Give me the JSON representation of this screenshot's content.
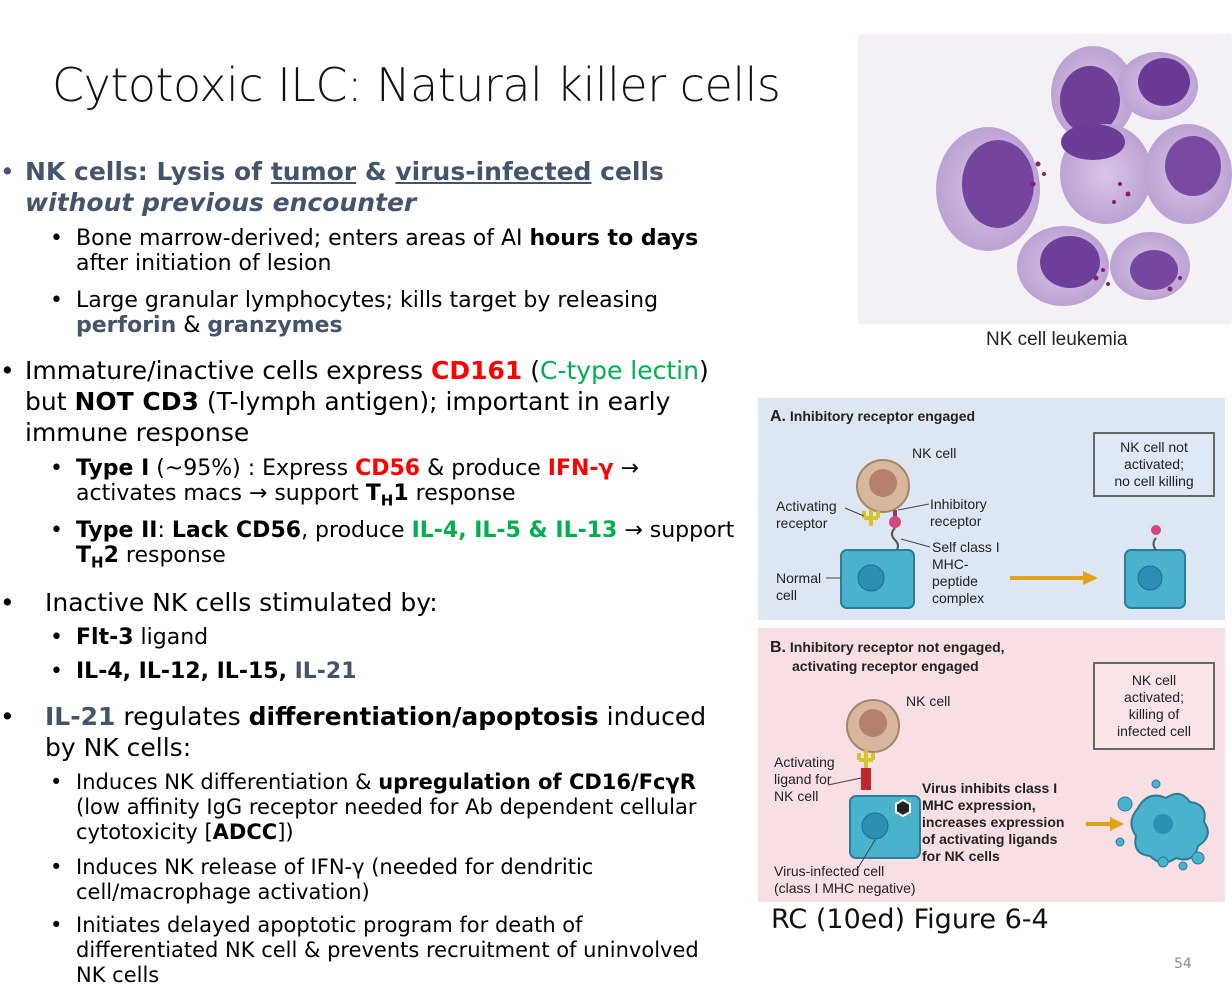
{
  "title": "Cytotoxic ILC: Natural killer cells",
  "colors": {
    "navy": "#44546a",
    "red": "#ff0000",
    "green": "#00b050",
    "panel_a": "#dde6f3",
    "panel_b": "#f8dfe3"
  },
  "bullets": {
    "b1": {
      "t1": "NK cells: Lysis of ",
      "t2": "tumor",
      "t3": " & ",
      "t4": "virus-infected",
      "t5": " cells ",
      "t6": "without previous encounter"
    },
    "b1_s1": {
      "t1": "Bone marrow-derived; enters areas of AI ",
      "t2": "hours to days",
      "t3": " after initiation of lesion"
    },
    "b1_s2": {
      "t1": "Large granular lymphocytes; kills target by releasing ",
      "t2": "perforin",
      "t3": " & ",
      "t4": "granzymes"
    },
    "b2": {
      "t1": "Immature/inactive cells express ",
      "t2": "CD161",
      "t3": " (",
      "t4": "C-type lectin",
      "t5": ") but ",
      "t6": "NOT CD3",
      "t7": " (T-lymph antigen); important in early immune response"
    },
    "b2_s1": {
      "t1": "Type I",
      "t2": " (~95%) : Express ",
      "t3": "CD56",
      "t4": " & produce ",
      "t5": "IFN-γ",
      "t6": " → activates macs → support ",
      "t7": "T",
      "t8": "H",
      "t9": "1",
      "t10": " response"
    },
    "b2_s2": {
      "t1": "Type II",
      "t2": ": ",
      "t3": "Lack CD56",
      "t4": ", produce ",
      "t5": "IL-4, IL-5 & IL-13",
      "t6": " → support ",
      "t7": "T",
      "t8": "H",
      "t9": "2",
      "t10": " response"
    },
    "b3": {
      "t1": "Inactive NK cells stimulated by:"
    },
    "b3_s1": {
      "t1": "Flt-3",
      "t2": " ligand"
    },
    "b3_s2": {
      "t1": "IL-4, IL-12, IL-15, ",
      "t2": "IL-21"
    },
    "b4": {
      "t1": "IL-21",
      "t2": " regulates ",
      "t3": "differentiation/apoptosis",
      "t4": " induced by NK cells:"
    },
    "b4_s1": {
      "t1": "Induces NK differentiation & ",
      "t2": "upregulation of CD16/FcγR",
      "t3": " (low affinity IgG receptor needed for Ab dependent cellular cytotoxicity [",
      "t4": "ADCC",
      "t5": "])"
    },
    "b4_s2": {
      "t1": "Induces NK release of IFN-γ (needed for dendritic cell/macrophage activation)"
    },
    "b4_s3": {
      "t1": "Initiates delayed apoptotic program for death of differentiated NK cell & prevents recruitment of uninvolved NK cells"
    }
  },
  "photo_caption": "NK cell leukemia",
  "figure": {
    "panel_a": {
      "heading_letter": "A.",
      "heading": "Inhibitory receptor engaged",
      "nk_cell": "NK cell",
      "activating_receptor": [
        "Activating",
        "receptor"
      ],
      "inhibitory_receptor": [
        "Inhibitory",
        "receptor"
      ],
      "self_mhc": [
        "Self class I",
        "MHC-",
        "peptide",
        "complex"
      ],
      "normal_cell": [
        "Normal",
        "cell"
      ],
      "result": [
        "NK cell not",
        "activated;",
        "no cell killing"
      ]
    },
    "panel_b": {
      "heading_letter": "B.",
      "heading": [
        "Inhibitory receptor not engaged,",
        "activating receptor engaged"
      ],
      "nk_cell": "NK cell",
      "activating_ligand": [
        "Activating",
        "ligand for",
        "NK cell"
      ],
      "virus_note": [
        "Virus inhibits class I",
        "MHC expression,",
        "increases expression",
        "of activating ligands",
        "for NK cells"
      ],
      "infected_cell": [
        "Virus-infected cell",
        "(class I MHC negative)"
      ],
      "result": [
        "NK cell",
        "activated;",
        "killing of",
        "infected cell"
      ]
    }
  },
  "figure_caption": "RC (10ed) Figure 6-4",
  "page_number": "54"
}
